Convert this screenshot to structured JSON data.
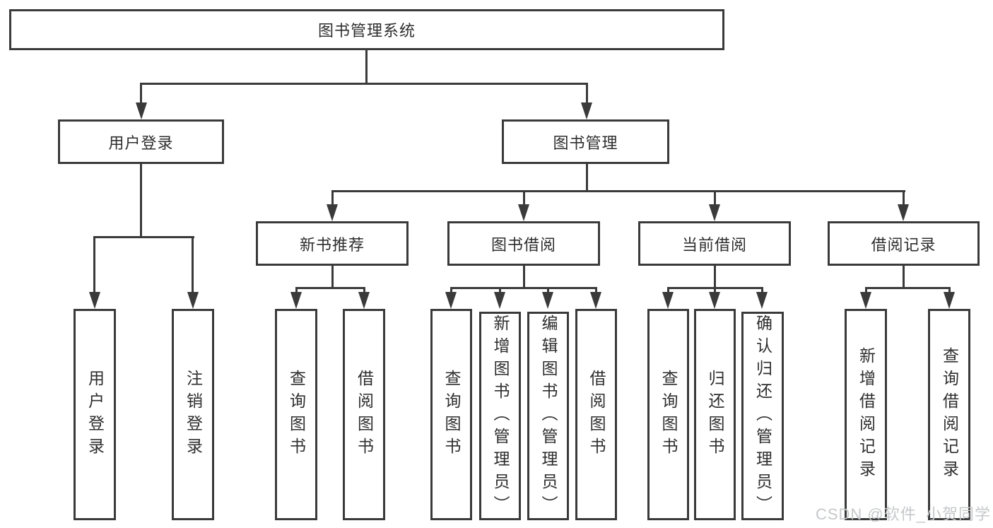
{
  "tree": {
    "label": "图书管理系统",
    "children": [
      {
        "label": "用户登录",
        "children": [
          {
            "label": "用户登录"
          },
          {
            "label": "注销登录"
          }
        ]
      },
      {
        "label": "图书管理",
        "children": [
          {
            "label": "新书推荐",
            "children": [
              {
                "label": "查询图书"
              },
              {
                "label": "借阅图书"
              }
            ]
          },
          {
            "label": "图书借阅",
            "children": [
              {
                "label": "查询图书"
              },
              {
                "label": "新增图书（管理员）"
              },
              {
                "label": "编辑图书（管理员）"
              },
              {
                "label": "借阅图书"
              }
            ]
          },
          {
            "label": "当前借阅",
            "children": [
              {
                "label": "查询图书"
              },
              {
                "label": "归还图书"
              },
              {
                "label": "确认归还（管理员）"
              }
            ]
          },
          {
            "label": "借阅记录",
            "children": [
              {
                "label": "新增借阅记录"
              },
              {
                "label": "查询借阅记录"
              }
            ]
          }
        ]
      }
    ]
  },
  "watermark": {
    "text": "CSDN @软件_小贺同学"
  },
  "colors": {
    "line": "#3a3a3a",
    "background": "#ffffff",
    "watermark_text": "#c6c8ca"
  }
}
